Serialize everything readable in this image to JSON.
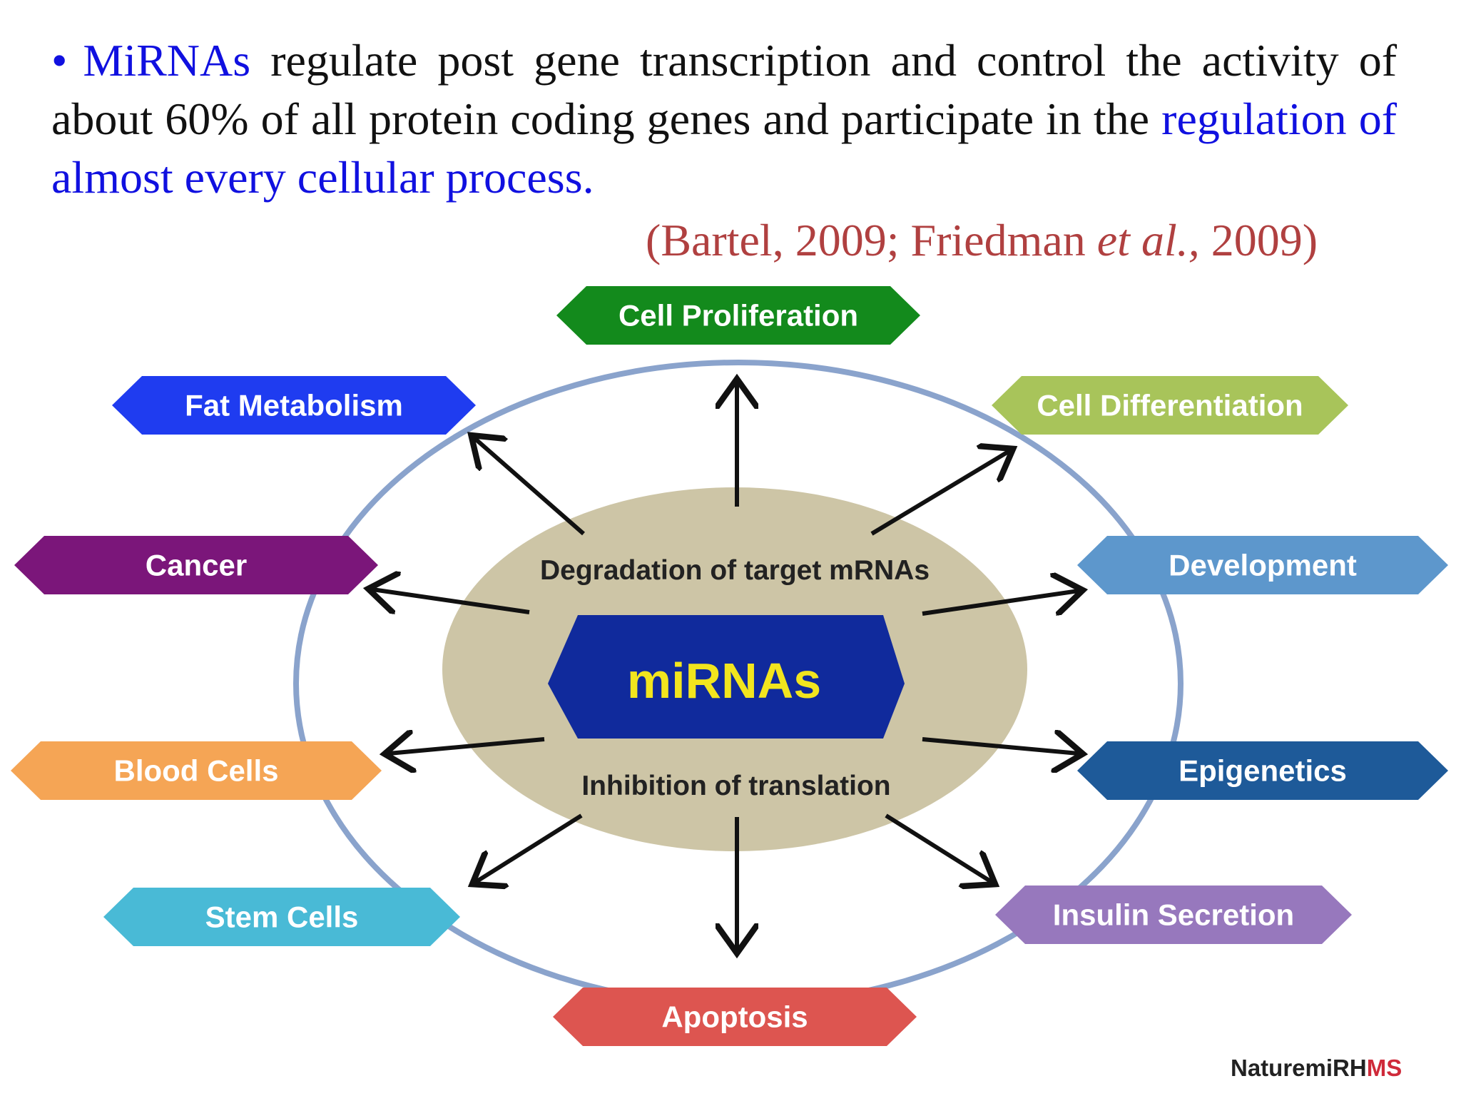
{
  "slide": {
    "bullet": "•",
    "line_intro": "MiRNAs",
    "line_body": " regulate post gene transcription and control the activity of about 60% of all protein coding genes and participate in the ",
    "line_emphasis": "regulation of almost every cellular process.",
    "citation_a": "(Bartel, 2009; Friedman ",
    "citation_italic": "et al.,",
    "citation_b": " 2009)"
  },
  "diagram": {
    "center_label": "miRNAs",
    "upper_mechanism": "Degradation of target mRNAs",
    "lower_mechanism": "Inhibition of translation",
    "processes": [
      {
        "label": "Cell Proliferation",
        "color": "#138a1c",
        "text_color": "#ffffff"
      },
      {
        "label": "Cell Differentiation",
        "color": "#a8c45a",
        "text_color": "#ffffff"
      },
      {
        "label": "Development",
        "color": "#5d97cc",
        "text_color": "#ffffff"
      },
      {
        "label": "Epigenetics",
        "color": "#1e5a99",
        "text_color": "#ffffff"
      },
      {
        "label": "Insulin Secretion",
        "color": "#9778bd",
        "text_color": "#ffffff"
      },
      {
        "label": "Apoptosis",
        "color": "#dd5550",
        "text_color": "#ffffff"
      },
      {
        "label": "Stem Cells",
        "color": "#49bad6",
        "text_color": "#ffffff"
      },
      {
        "label": "Blood Cells",
        "color": "#f5a555",
        "text_color": "#ffffff"
      },
      {
        "label": "Cancer",
        "color": "#7b167a",
        "text_color": "#ffffff"
      },
      {
        "label": "Fat Metabolism",
        "color": "#1f3cf0",
        "text_color": "#ffffff"
      }
    ],
    "colors": {
      "center_fill": "#102a9c",
      "center_text": "#f2e51e",
      "inner_ellipse": "#cdc5a6",
      "outer_ring": "#8aa3cc"
    }
  },
  "footer": {
    "brand_main": "NaturemiRH",
    "brand_accent": "MS"
  }
}
